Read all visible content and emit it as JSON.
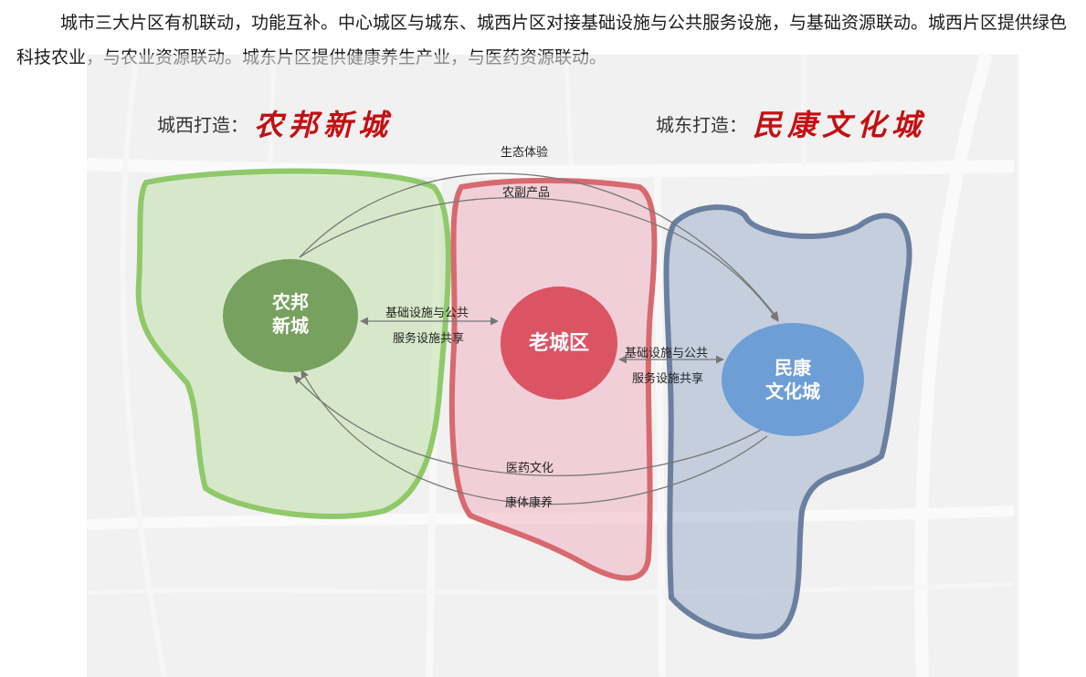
{
  "intro_text": "城市三大片区有机联动，功能互补。中心城区与城东、城西片区对接基础设施与公共服务设施，与基础资源联动。城西片区提供绿色科技农业，与农业资源联动。城东片区提供健康养生产业，与医药资源联动。",
  "west_title": {
    "prefix": "城西打造：",
    "name": "农邦新城"
  },
  "east_title": {
    "prefix": "城东打造：",
    "name": "民康文化城"
  },
  "nodes": {
    "west": {
      "line1": "农邦",
      "line2": "新城",
      "color": "#6f9a55"
    },
    "center": {
      "label": "老城区",
      "color": "#d84a5a"
    },
    "east": {
      "line1": "民康",
      "line2": "文化城",
      "color": "#6d9fd6"
    }
  },
  "zones": {
    "west_color": "#8fc96a",
    "center_color": "#d7696f",
    "east_color": "#6b7fa0"
  },
  "flows": {
    "eco": "生态体验",
    "agri": "农副产品",
    "infra_west_1": "基础设施与公共",
    "infra_west_2": "服务设施共享",
    "infra_east_1": "基础设施与公共",
    "infra_east_2": "服务设施共享",
    "medical": "医药文化",
    "health": "康体康养"
  }
}
